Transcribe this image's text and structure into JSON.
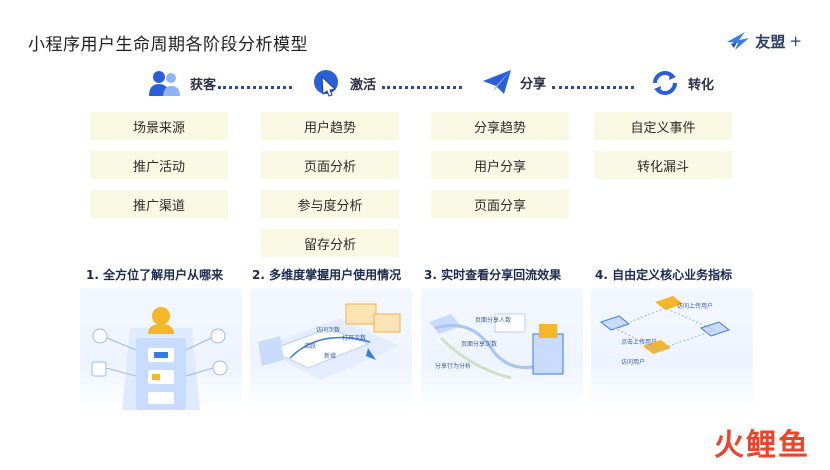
{
  "title": "小程序用户生命周期各阶段分析模型",
  "logo": {
    "text": "友盟",
    "plus": "+"
  },
  "stages": [
    {
      "label": "获客",
      "icon": "users-icon"
    },
    {
      "label": "激活",
      "icon": "cursor-click-icon"
    },
    {
      "label": "分享",
      "icon": "paper-plane-icon"
    },
    {
      "label": "转化",
      "icon": "refresh-icon"
    }
  ],
  "columns": [
    {
      "items": [
        "场景来源",
        "推广活动",
        "推广渠道"
      ]
    },
    {
      "items": [
        "用户趋势",
        "页面分析",
        "参与度分析",
        "留存分析"
      ]
    },
    {
      "items": [
        "分享趋势",
        "用户分享",
        "页面分享"
      ]
    },
    {
      "items": [
        "自定义事件",
        "转化漏斗"
      ]
    }
  ],
  "features": [
    {
      "label": "1. 全方位了解用户从哪来"
    },
    {
      "label": "2. 多维度掌握用户使用情况"
    },
    {
      "label": "3. 实时查看分享回流效果"
    },
    {
      "label": "4. 自由定义核心业务指标"
    }
  ],
  "illustrations": {
    "ill2": [
      "访问次数",
      "打开次数",
      "活跃",
      "新增"
    ],
    "ill3": [
      "页面分享人数",
      "页面分享次数",
      "分享行为分析"
    ],
    "ill4": [
      "访问上传用户",
      "点击上传用户",
      "访问用户"
    ]
  },
  "watermark": {
    "a": "火",
    "b": "鲤",
    "c": "鱼"
  },
  "colors": {
    "accent": "#2b5fd9",
    "box": "#f9f8e2",
    "title": "#1f1f1f",
    "feature": "#1d2b52",
    "watermark": "#e8452c"
  }
}
